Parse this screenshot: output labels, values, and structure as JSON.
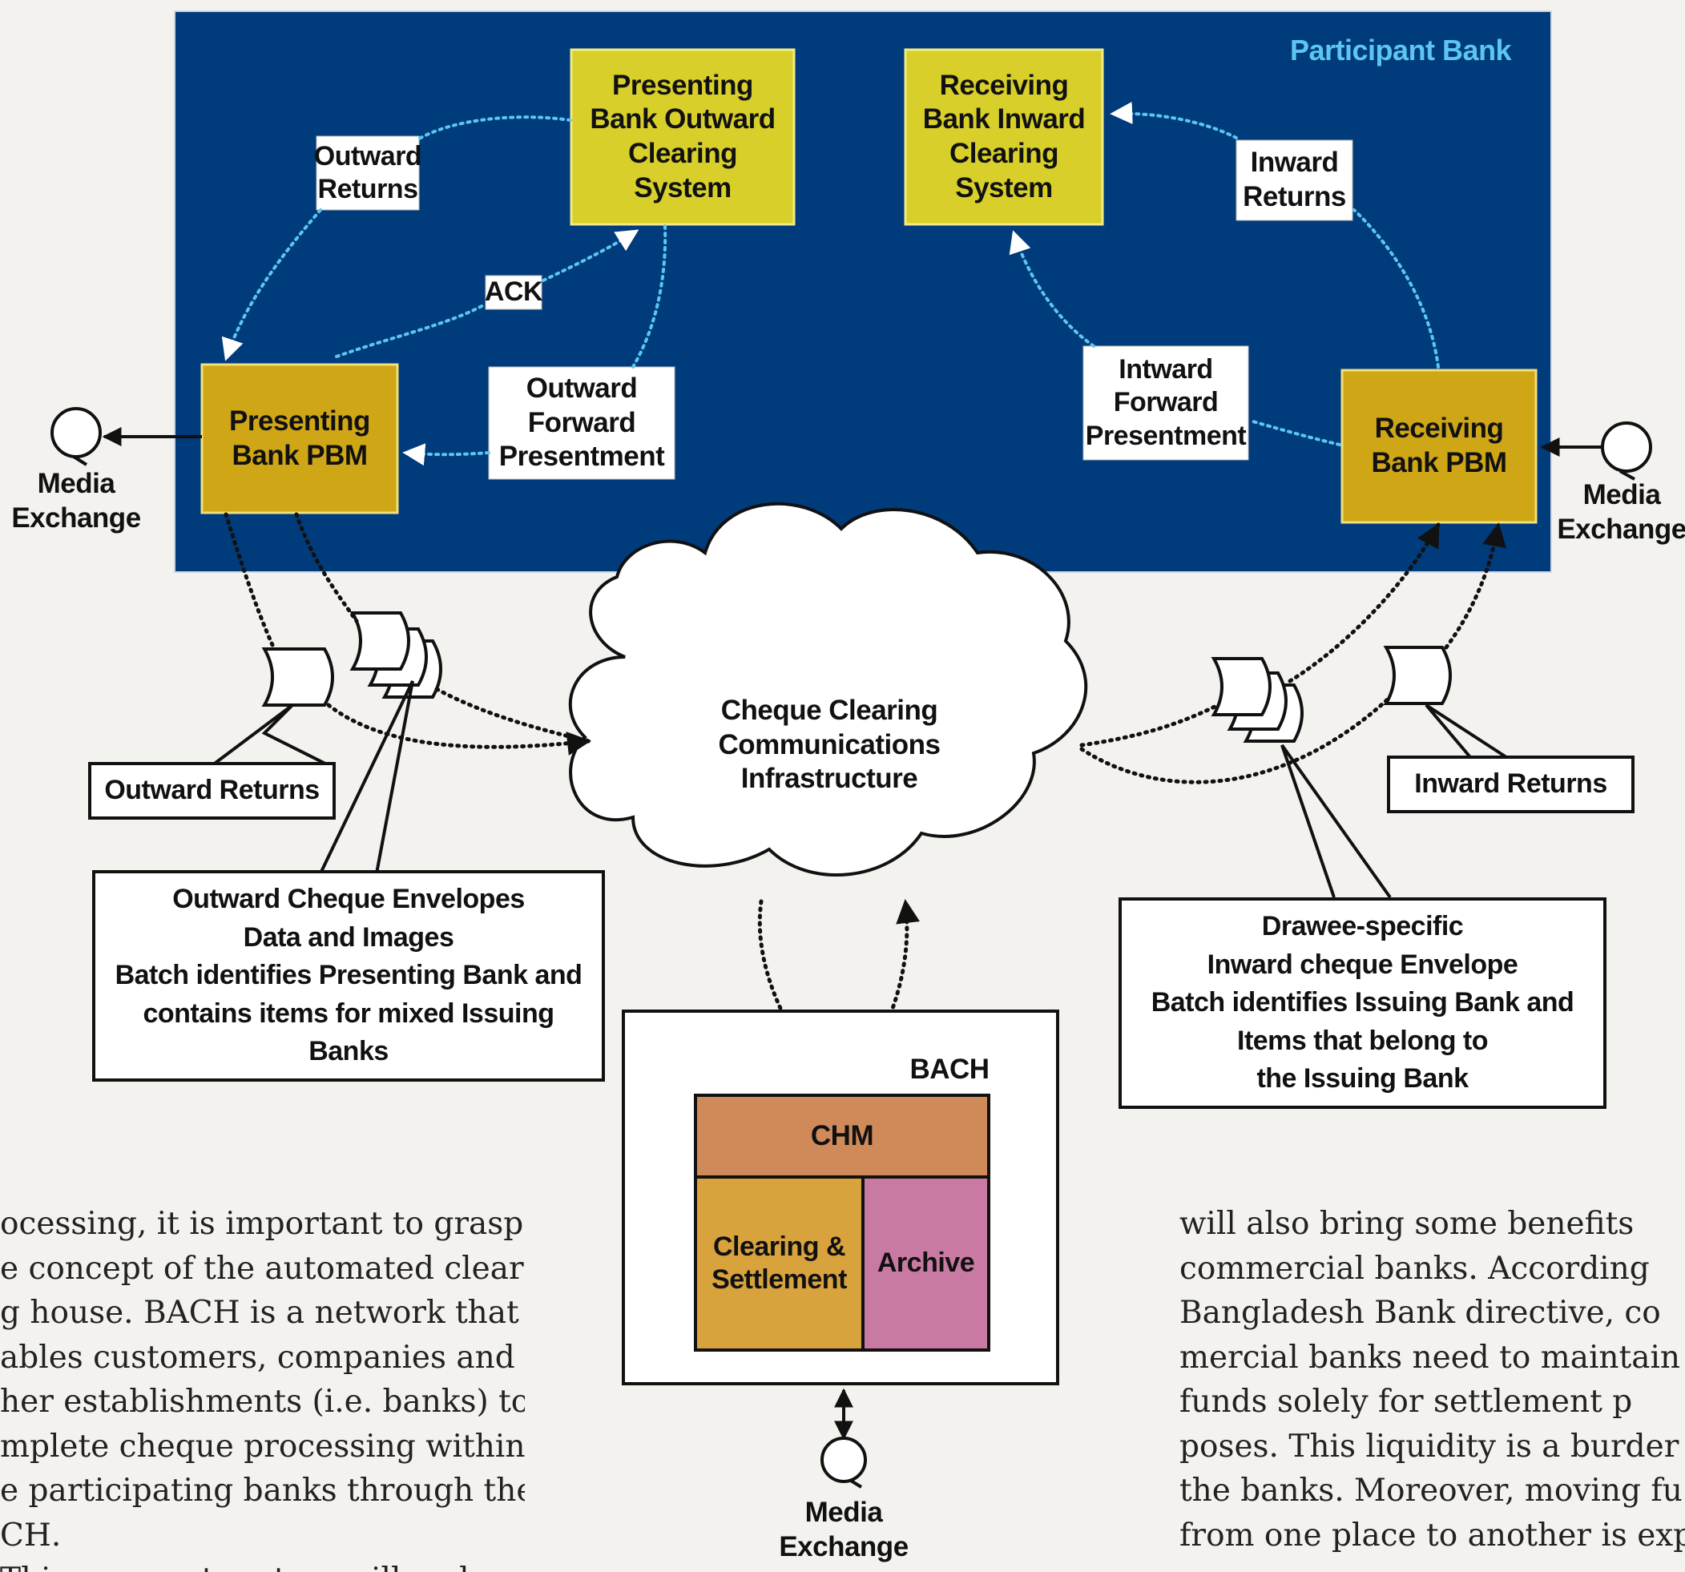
{
  "participant_bank": {
    "title": "Participant Bank"
  },
  "nodes": {
    "presenting_outward_system": [
      "Presenting",
      "Bank Outward",
      "Clearing",
      "System"
    ],
    "receiving_inward_system": [
      "Receiving",
      "Bank Inward",
      "Clearing",
      "System"
    ],
    "presenting_pbm": [
      "Presenting",
      "Bank PBM"
    ],
    "receiving_pbm": [
      "Receiving",
      "Bank PBM"
    ],
    "cloud": [
      "Cheque Clearing",
      "Communications",
      "Infrastructure"
    ],
    "bach": "BACH",
    "chm": "CHM",
    "clearing_settlement": [
      "Clearing &",
      "Settlement"
    ],
    "archive": "Archive"
  },
  "flow_labels": {
    "outward_returns": [
      "Outward",
      "Returns"
    ],
    "inward_returns": [
      "Inward",
      "Returns"
    ],
    "ack": "ACK",
    "outward_forward": [
      "Outward",
      "Forward",
      "Presentment"
    ],
    "inward_forward": [
      "Intward",
      "Forward",
      "Presentment"
    ]
  },
  "media_exchange": {
    "left": [
      "Media",
      "Exchange"
    ],
    "right": [
      "Media",
      "Exchange"
    ],
    "bottom": [
      "Media",
      "Exchange"
    ]
  },
  "callouts": {
    "outward_returns": "Outward Returns",
    "inward_returns": "Inward Returns",
    "outward_envelopes": [
      "Outward Cheque Envelopes",
      "Data and Images",
      "Batch identifies Presenting Bank and",
      "contains items for mixed Issuing",
      "Banks"
    ],
    "drawee_envelopes": [
      "Drawee-specific",
      "Inward cheque Envelope",
      "Batch identifies Issuing Bank and",
      "Items that belong to",
      "the Issuing Bank"
    ]
  },
  "body_text": {
    "left": [
      "ocessing, it is important to grasp",
      "e concept of the automated clear-",
      "g house. BACH is a network that",
      "ables customers, companies and",
      "her establishments (i.e. banks) to",
      "mplete cheque processing within",
      "e participating banks through the",
      "CH.",
      "This payment system will make"
    ],
    "right": [
      "will also bring some benefits",
      "commercial banks. According",
      "Bangladesh Bank directive, co",
      "mercial banks need to maintain",
      "funds solely for settlement p",
      "poses. This liquidity is a burder",
      "the banks. Moreover, moving fu",
      "from one place to another is exp"
    ]
  },
  "colors": {
    "panel": "#003b7c",
    "yellow_box": "#d8cf2a",
    "pbm_box": "#cfa616",
    "chm": "#d08a5a",
    "clearing": "#d8a23c",
    "archive": "#c97aa2",
    "arrow_light": "#5cc6ef"
  }
}
